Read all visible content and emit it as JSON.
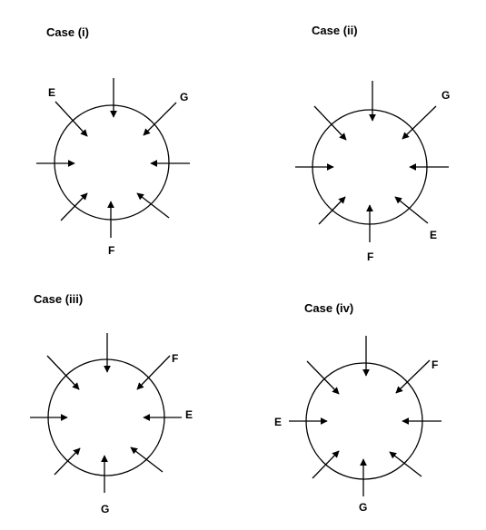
{
  "cases": [
    {
      "title": "Case (i)",
      "labels": {
        "top_right": "G",
        "top_left": "E",
        "bottom": "F"
      }
    },
    {
      "title": "Case (ii)",
      "labels": {
        "top_right": "G",
        "bottom_right": "E",
        "bottom": "F"
      }
    },
    {
      "title": "Case (iii)",
      "labels": {
        "top_right": "F",
        "right": "E",
        "bottom": "G"
      }
    },
    {
      "title": "Case (iv)",
      "labels": {
        "top_right": "F",
        "left": "E",
        "bottom": "G"
      }
    }
  ]
}
